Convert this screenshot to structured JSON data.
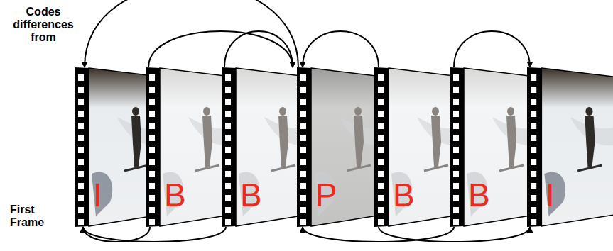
{
  "diagram": {
    "nodes": [
      {
        "text": [
          "I"
        ]
      },
      {
        "text": [
          "B"
        ]
      },
      {
        "text": [
          "B"
        ]
      },
      {
        "text": [
          "P"
        ]
      },
      {
        "text": [
          "B"
        ]
      },
      {
        "text": [
          "B"
        ]
      },
      {
        "text": [
          "I"
        ]
      }
    ],
    "edges": [
      {
        "from": 3,
        "to": 0,
        "arrow": "to"
      },
      {
        "from": 1,
        "to": 3,
        "arrow": "to"
      },
      {
        "from": 2,
        "to": 3,
        "arrow": "to"
      },
      {
        "from": 4,
        "to": 3,
        "arrow": "to"
      },
      {
        "from": 5,
        "to": 6,
        "arrow": "to"
      },
      {
        "from": 1,
        "to": 0,
        "arrow": "to"
      },
      {
        "from": 2,
        "to": 0,
        "arrow": "to"
      },
      {
        "from": 4,
        "to": 6,
        "arrow": "to"
      },
      {
        "from": 5,
        "to": 3,
        "arrow": "to"
      }
    ],
    "labels": [
      "Codes differences from",
      "First Frame"
    ]
  }
}
